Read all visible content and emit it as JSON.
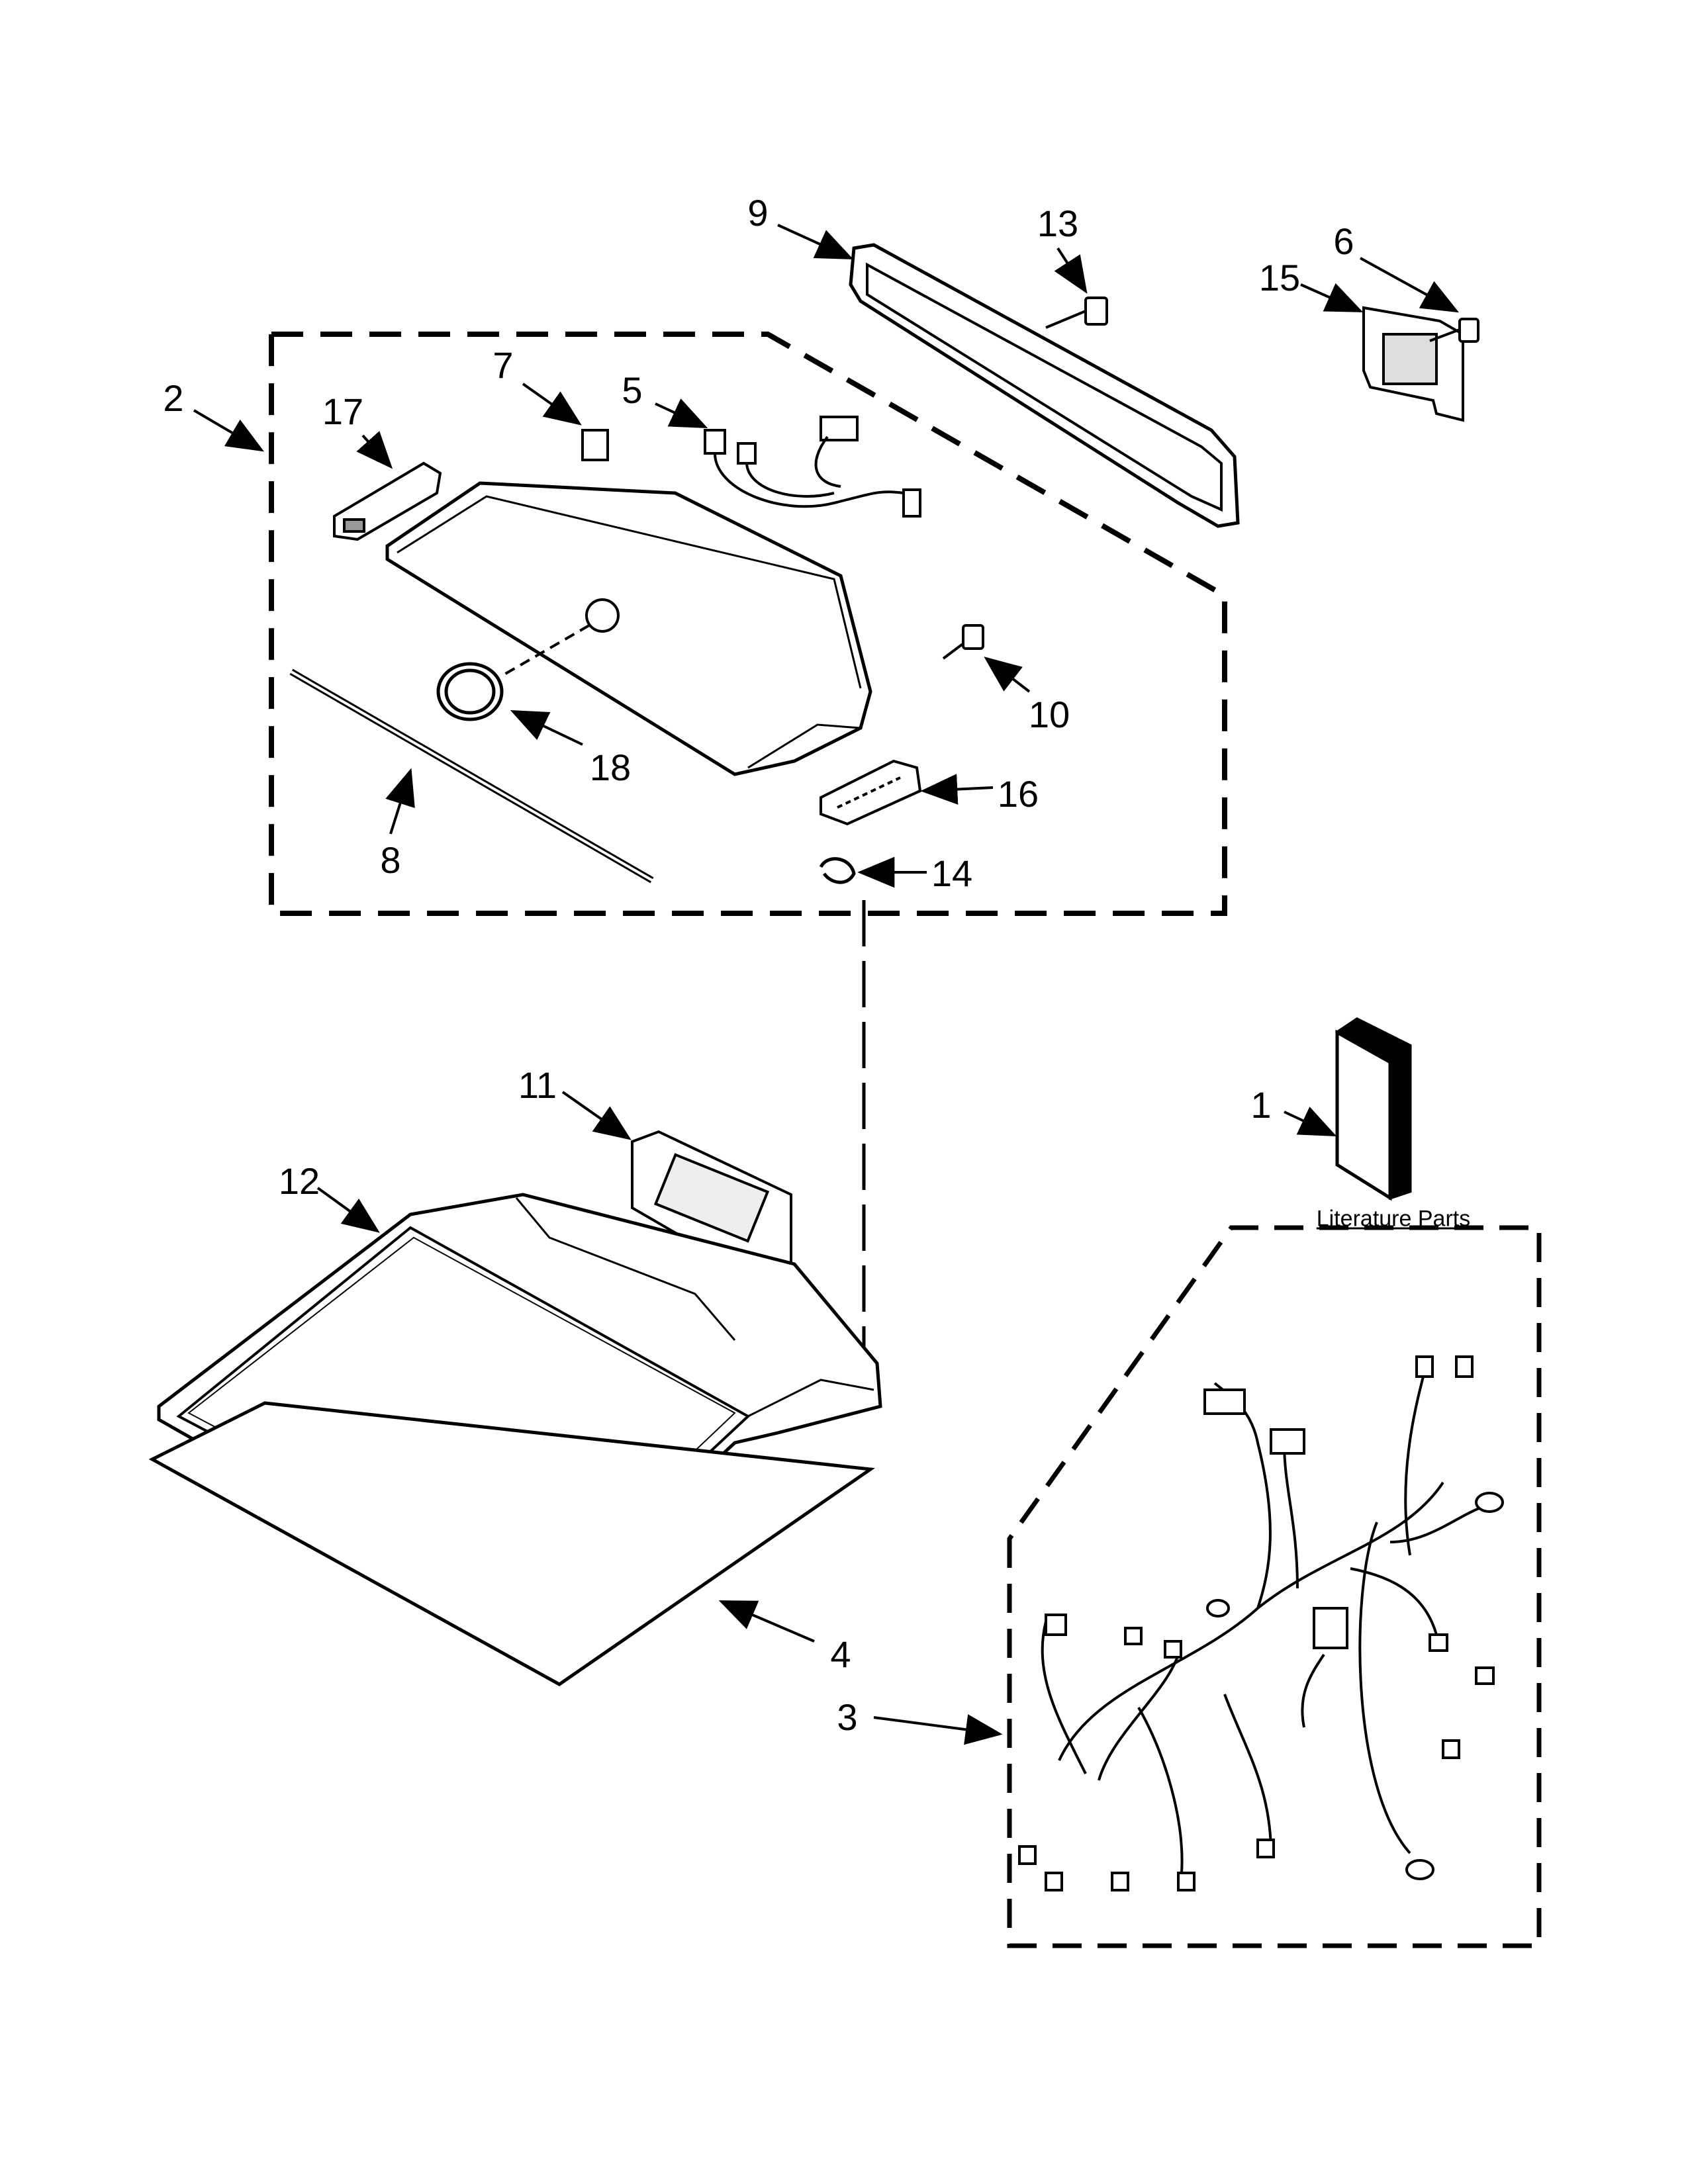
{
  "callouts": {
    "c1": "1",
    "c2": "2",
    "c3": "3",
    "c4": "4",
    "c5": "5",
    "c6": "6",
    "c7": "7",
    "c8": "8",
    "c9": "9",
    "c10": "10",
    "c11": "11",
    "c12": "12",
    "c13": "13",
    "c14": "14",
    "c15": "15",
    "c16": "16",
    "c17": "17",
    "c18": "18"
  },
  "literature_label": "Literature Parts"
}
